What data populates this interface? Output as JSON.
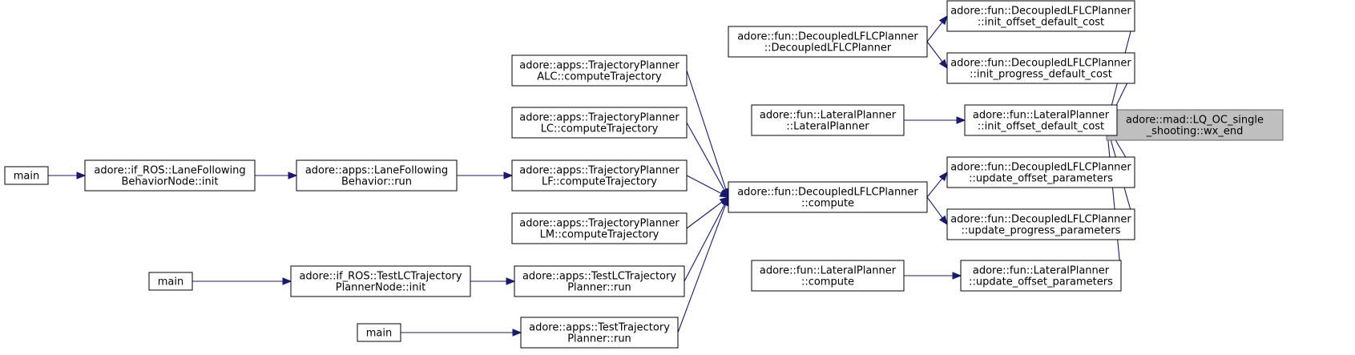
{
  "colors": {
    "edge": "#191970",
    "focus_fill": "#bfbfbf",
    "node_fill": "#ffffff"
  },
  "graph": {
    "nodes": [
      {
        "id": "wx_end",
        "lines": [
          "adore::mad::LQ_OC_single",
          "_shooting::wx_end"
        ],
        "focus": true
      },
      {
        "id": "dlp_init_offset",
        "lines": [
          "adore::fun::DecoupledLFLCPlanner",
          "::init_offset_default_cost"
        ]
      },
      {
        "id": "dlp_init_progress",
        "lines": [
          "adore::fun::DecoupledLFLCPlanner",
          "::init_progress_default_cost"
        ]
      },
      {
        "id": "lp_init_offset",
        "lines": [
          "adore::fun::LateralPlanner",
          "::init_offset_default_cost"
        ]
      },
      {
        "id": "dlp_update_offset",
        "lines": [
          "adore::fun::DecoupledLFLCPlanner",
          "::update_offset_parameters"
        ]
      },
      {
        "id": "dlp_update_progress",
        "lines": [
          "adore::fun::DecoupledLFLCPlanner",
          "::update_progress_parameters"
        ]
      },
      {
        "id": "lp_update_offset",
        "lines": [
          "adore::fun::LateralPlanner",
          "::update_offset_parameters"
        ]
      },
      {
        "id": "dlp_ctor",
        "lines": [
          "adore::fun::DecoupledLFLCPlanner",
          "::DecoupledLFLCPlanner"
        ]
      },
      {
        "id": "lp_ctor",
        "lines": [
          "adore::fun::LateralPlanner",
          "::LateralPlanner"
        ]
      },
      {
        "id": "dlp_compute",
        "lines": [
          "adore::fun::DecoupledLFLCPlanner",
          "::compute"
        ]
      },
      {
        "id": "lp_compute",
        "lines": [
          "adore::fun::LateralPlanner",
          "::compute"
        ]
      },
      {
        "id": "tp_alc",
        "lines": [
          "adore::apps::TrajectoryPlanner",
          "ALC::computeTrajectory"
        ]
      },
      {
        "id": "tp_lc",
        "lines": [
          "adore::apps::TrajectoryPlanner",
          "LC::computeTrajectory"
        ]
      },
      {
        "id": "tp_lf",
        "lines": [
          "adore::apps::TrajectoryPlanner",
          "LF::computeTrajectory"
        ]
      },
      {
        "id": "tp_lm",
        "lines": [
          "adore::apps::TrajectoryPlanner",
          "LM::computeTrajectory"
        ]
      },
      {
        "id": "test_lc_run",
        "lines": [
          "adore::apps::TestLCTrajectory",
          "Planner::run"
        ]
      },
      {
        "id": "test_tp_run",
        "lines": [
          "adore::apps::TestTrajectory",
          "Planner::run"
        ]
      },
      {
        "id": "lfb_run",
        "lines": [
          "adore::apps::LaneFollowing",
          "Behavior::run"
        ]
      },
      {
        "id": "ros_lfb_init",
        "lines": [
          "adore::if_ROS::LaneFollowing",
          "BehaviorNode::init"
        ]
      },
      {
        "id": "ros_test_lc_init",
        "lines": [
          "adore::if_ROS::TestLCTrajectory",
          "PlannerNode::init"
        ]
      },
      {
        "id": "main1",
        "lines": [
          "main"
        ]
      },
      {
        "id": "main2",
        "lines": [
          "main"
        ]
      },
      {
        "id": "main3",
        "lines": [
          "main"
        ]
      }
    ],
    "edges": [
      {
        "from": "dlp_init_offset",
        "to": "wx_end"
      },
      {
        "from": "dlp_init_progress",
        "to": "wx_end"
      },
      {
        "from": "lp_init_offset",
        "to": "wx_end"
      },
      {
        "from": "dlp_update_offset",
        "to": "wx_end"
      },
      {
        "from": "dlp_update_progress",
        "to": "wx_end"
      },
      {
        "from": "lp_update_offset",
        "to": "wx_end"
      },
      {
        "from": "dlp_ctor",
        "to": "dlp_init_offset"
      },
      {
        "from": "dlp_ctor",
        "to": "dlp_init_progress"
      },
      {
        "from": "lp_ctor",
        "to": "lp_init_offset"
      },
      {
        "from": "dlp_compute",
        "to": "dlp_update_offset"
      },
      {
        "from": "dlp_compute",
        "to": "dlp_update_progress"
      },
      {
        "from": "lp_compute",
        "to": "lp_update_offset"
      },
      {
        "from": "tp_alc",
        "to": "dlp_compute"
      },
      {
        "from": "tp_lc",
        "to": "dlp_compute"
      },
      {
        "from": "tp_lf",
        "to": "dlp_compute"
      },
      {
        "from": "tp_lm",
        "to": "dlp_compute"
      },
      {
        "from": "test_lc_run",
        "to": "dlp_compute"
      },
      {
        "from": "test_tp_run",
        "to": "dlp_compute"
      },
      {
        "from": "lfb_run",
        "to": "tp_lf"
      },
      {
        "from": "ros_lfb_init",
        "to": "lfb_run"
      },
      {
        "from": "main1",
        "to": "ros_lfb_init"
      },
      {
        "from": "ros_test_lc_init",
        "to": "test_lc_run"
      },
      {
        "from": "main2",
        "to": "ros_test_lc_init"
      },
      {
        "from": "main3",
        "to": "test_tp_run"
      }
    ]
  }
}
